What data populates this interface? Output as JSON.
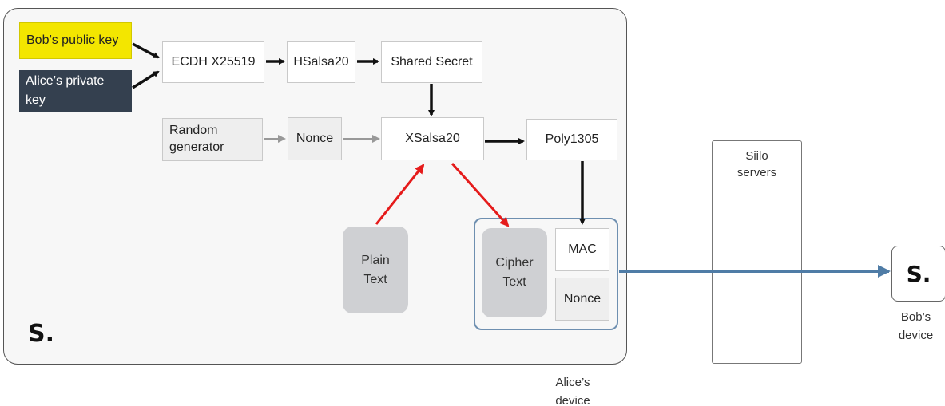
{
  "alice_device": {
    "label_line1": "Alice’s",
    "label_line2": "device",
    "logo": "S."
  },
  "keys": {
    "bob_public": "Bob’s public key",
    "alice_private_line1": "Alice’s private",
    "alice_private_line2": "key"
  },
  "boxes": {
    "ecdh": "ECDH X25519",
    "hsalsa": "HSalsa20",
    "shared_secret": "Shared Secret",
    "random_line1": "Random",
    "random_line2": "generator",
    "nonce": "Nonce",
    "xsalsa": "XSalsa20",
    "poly": "Poly1305"
  },
  "plain_text": {
    "line1": "Plain",
    "line2": "Text"
  },
  "packet": {
    "cipher_line1": "Cipher",
    "cipher_line2": "Text",
    "mac": "MAC",
    "nonce": "Nonce"
  },
  "servers": {
    "line1": "Siilo",
    "line2": "servers"
  },
  "bob_device": {
    "logo": "S.",
    "label_line1": "Bob’s",
    "label_line2": "device"
  },
  "colors": {
    "black_arrow": "#111111",
    "grey_arrow": "#999999",
    "red_arrow": "#e51b1b",
    "blue_arrow": "#4f7ca6",
    "yellow_key": "#f3e600",
    "dark_key": "#34404f"
  }
}
